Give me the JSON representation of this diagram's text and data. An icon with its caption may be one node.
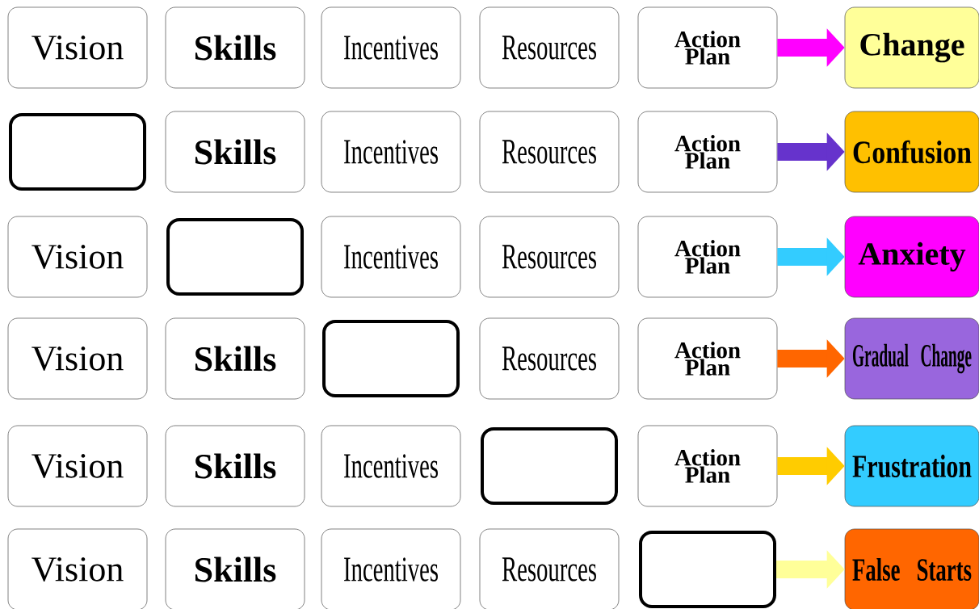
{
  "diagram": {
    "nodes": [
      {
        "text": [
          "Vision"
        ]
      },
      {
        "text": [
          "Skills"
        ]
      },
      {
        "text": [
          "Incentives"
        ]
      },
      {
        "text": [
          "Resources"
        ]
      },
      {
        "text": [
          "Action Plan"
        ]
      },
      {
        "text": [
          "Change"
        ]
      },
      {
        "text": [],
        "shape": "box"
      },
      {
        "text": [
          "Skills"
        ]
      },
      {
        "text": [
          "Incentives"
        ]
      },
      {
        "text": [
          "Resources"
        ]
      },
      {
        "text": [
          "Action Plan"
        ]
      },
      {
        "text": [
          "Confusion"
        ]
      },
      {
        "text": [
          "Vision"
        ]
      },
      {
        "text": [],
        "shape": "box"
      },
      {
        "text": [
          "Incentives"
        ]
      },
      {
        "text": [
          "Resources"
        ]
      },
      {
        "text": [
          "Action Plan"
        ]
      },
      {
        "text": [
          "Anxiety"
        ]
      },
      {
        "text": [
          "Vision"
        ]
      },
      {
        "text": [
          "Skills"
        ]
      },
      {
        "text": [],
        "shape": "box"
      },
      {
        "text": [
          "Resources"
        ]
      },
      {
        "text": [
          "Action Plan"
        ]
      },
      {
        "text": [
          "Gradual Change"
        ]
      },
      {
        "text": [
          "Vision"
        ]
      },
      {
        "text": [
          "Skills"
        ]
      },
      {
        "text": [
          "Incentives"
        ]
      },
      {
        "text": [],
        "shape": "box"
      },
      {
        "text": [
          "Action Plan"
        ]
      },
      {
        "text": [
          "Frustration"
        ]
      },
      {
        "text": [
          "Vision"
        ]
      },
      {
        "text": [
          "Skills"
        ]
      },
      {
        "text": [
          "Incentives"
        ]
      },
      {
        "text": [
          "Resources"
        ]
      },
      {
        "text": [],
        "shape": "box"
      },
      {
        "text": [
          "False Starts"
        ]
      }
    ],
    "edges": [
      {
        "from": 4,
        "to": 5,
        "arrow": "to",
        "color": "#ff00ff"
      },
      {
        "from": 10,
        "to": 11,
        "arrow": "to",
        "color": "#6633cc"
      },
      {
        "from": 16,
        "to": 17,
        "arrow": "to",
        "color": "#33ccff"
      },
      {
        "from": 22,
        "to": 23,
        "arrow": "to",
        "color": "#ff6600"
      },
      {
        "from": 28,
        "to": 29,
        "arrow": "to",
        "color": "#ffcc00"
      },
      {
        "from": 34,
        "to": 35,
        "arrow": "to",
        "color": "#ffff99"
      }
    ]
  }
}
